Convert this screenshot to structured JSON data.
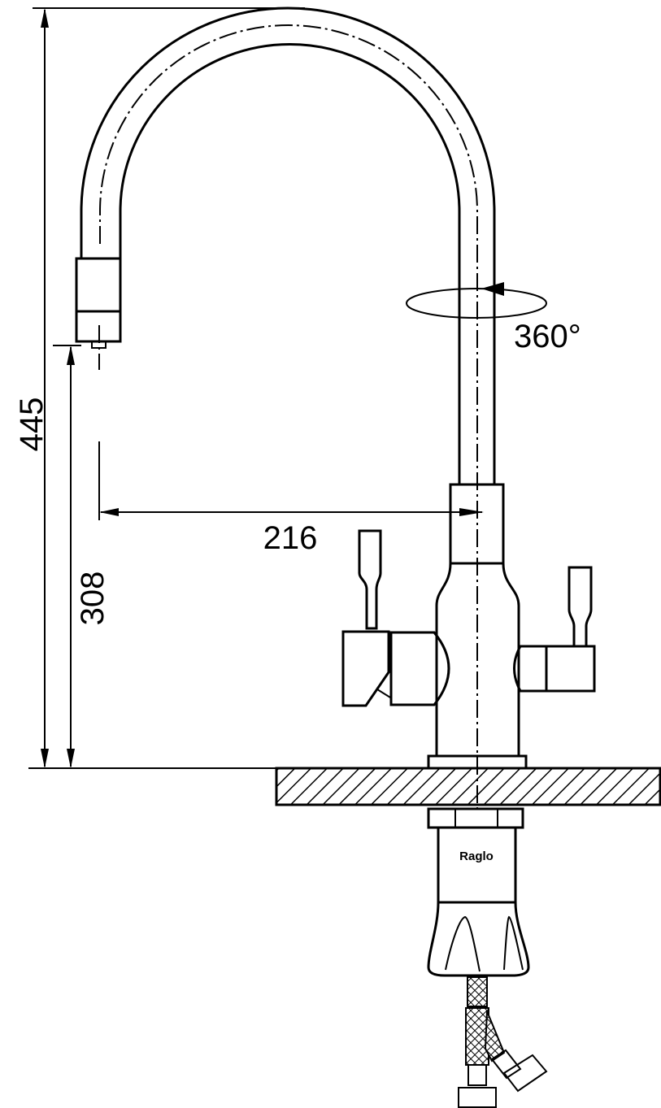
{
  "dimensions": {
    "total_height": "445",
    "spout_height": "308",
    "reach": "216",
    "rotation": "360°"
  },
  "brand": "Raglo"
}
